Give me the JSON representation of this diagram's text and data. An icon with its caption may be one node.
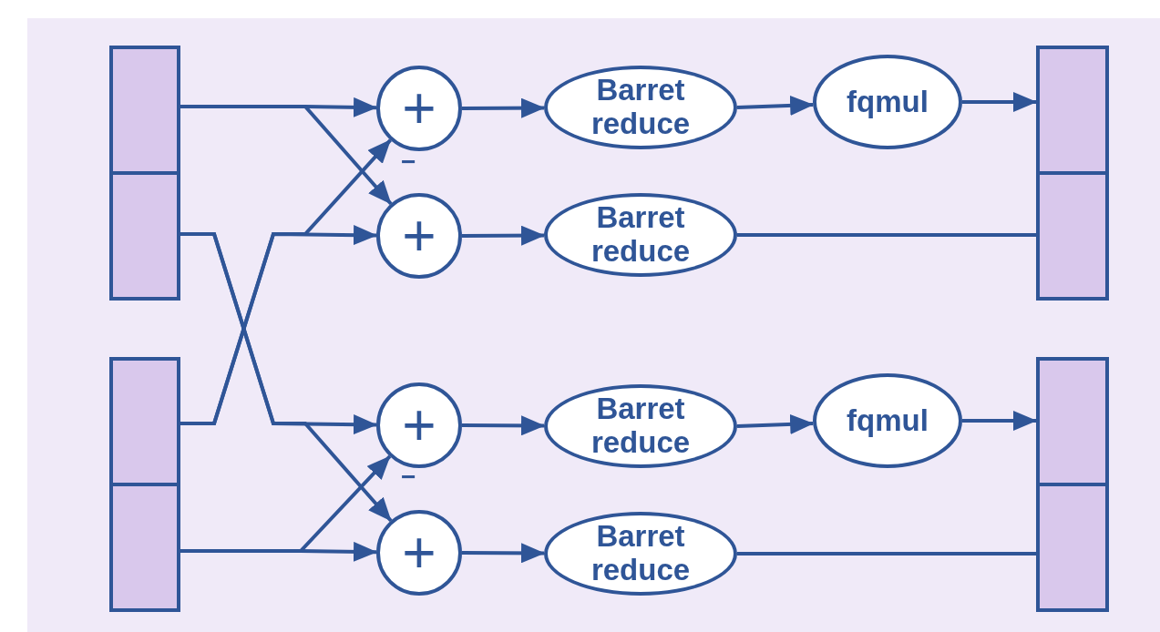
{
  "diagram": {
    "nodes": [
      {
        "text": [],
        "shape": "box"
      },
      {
        "text": [],
        "shape": "box"
      },
      {
        "text": [],
        "shape": "box"
      },
      {
        "text": [],
        "shape": "box"
      },
      {
        "text": [
          "+"
        ]
      },
      {
        "text": [
          "+"
        ]
      },
      {
        "text": [
          "+"
        ]
      },
      {
        "text": [
          "+"
        ]
      },
      {
        "text": [
          "Barret reduce"
        ]
      },
      {
        "text": [
          "Barret reduce"
        ]
      },
      {
        "text": [
          "Barret reduce"
        ]
      },
      {
        "text": [
          "Barret reduce"
        ]
      },
      {
        "text": [
          "fqmul"
        ]
      },
      {
        "text": [
          "fqmul"
        ]
      },
      {
        "text": [],
        "shape": "box"
      },
      {
        "text": [],
        "shape": "box"
      },
      {
        "text": [],
        "shape": "box"
      },
      {
        "text": [],
        "shape": "box"
      }
    ],
    "edges": [
      {
        "from": 0,
        "to": 4,
        "arrow": "to"
      },
      {
        "from": 0,
        "to": 5,
        "arrow": "to"
      },
      {
        "from": 2,
        "to": 4,
        "arrow": "to"
      },
      {
        "from": 2,
        "to": 5,
        "arrow": "to"
      },
      {
        "from": 1,
        "to": 6,
        "arrow": "to"
      },
      {
        "from": 1,
        "to": 7,
        "arrow": "to"
      },
      {
        "from": 3,
        "to": 6,
        "arrow": "to"
      },
      {
        "from": 3,
        "to": 7,
        "arrow": "to"
      },
      {
        "from": 4,
        "to": 8,
        "arrow": "to"
      },
      {
        "from": 5,
        "to": 9,
        "arrow": "to"
      },
      {
        "from": 6,
        "to": 10,
        "arrow": "to"
      },
      {
        "from": 7,
        "to": 11,
        "arrow": "to"
      },
      {
        "from": 8,
        "to": 12,
        "arrow": "to"
      },
      {
        "from": 12,
        "to": 14,
        "arrow": "to"
      },
      {
        "from": 9,
        "to": 15,
        "arrow": "none"
      },
      {
        "from": 10,
        "to": 13,
        "arrow": "to"
      },
      {
        "from": 13,
        "to": 16,
        "arrow": "to"
      },
      {
        "from": 11,
        "to": 17,
        "arrow": "none"
      }
    ],
    "labels": [
      "−",
      "−"
    ]
  }
}
